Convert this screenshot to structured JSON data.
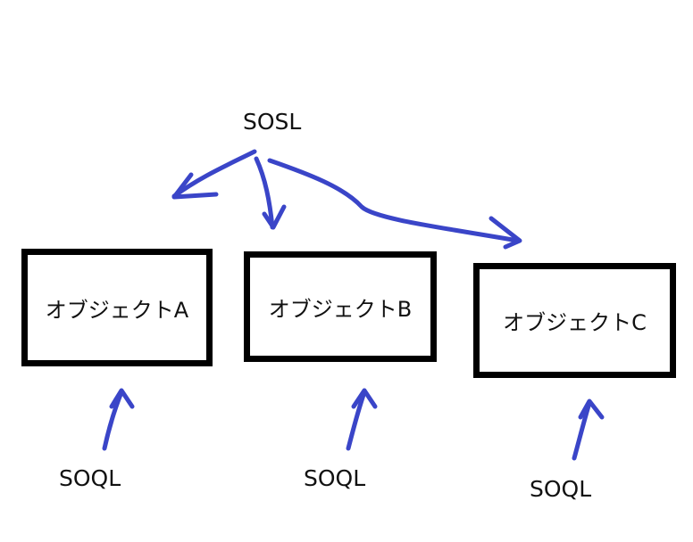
{
  "diagram": {
    "top_label": "SOSL",
    "objects": [
      {
        "label": "オブジェクトA"
      },
      {
        "label": "オブジェクトB"
      },
      {
        "label": "オブジェクトC"
      }
    ],
    "bottom_labels": [
      "SOQL",
      "SOQL",
      "SOQL"
    ],
    "arrow_color": "#3a45c8",
    "box_border_color": "#000000"
  }
}
